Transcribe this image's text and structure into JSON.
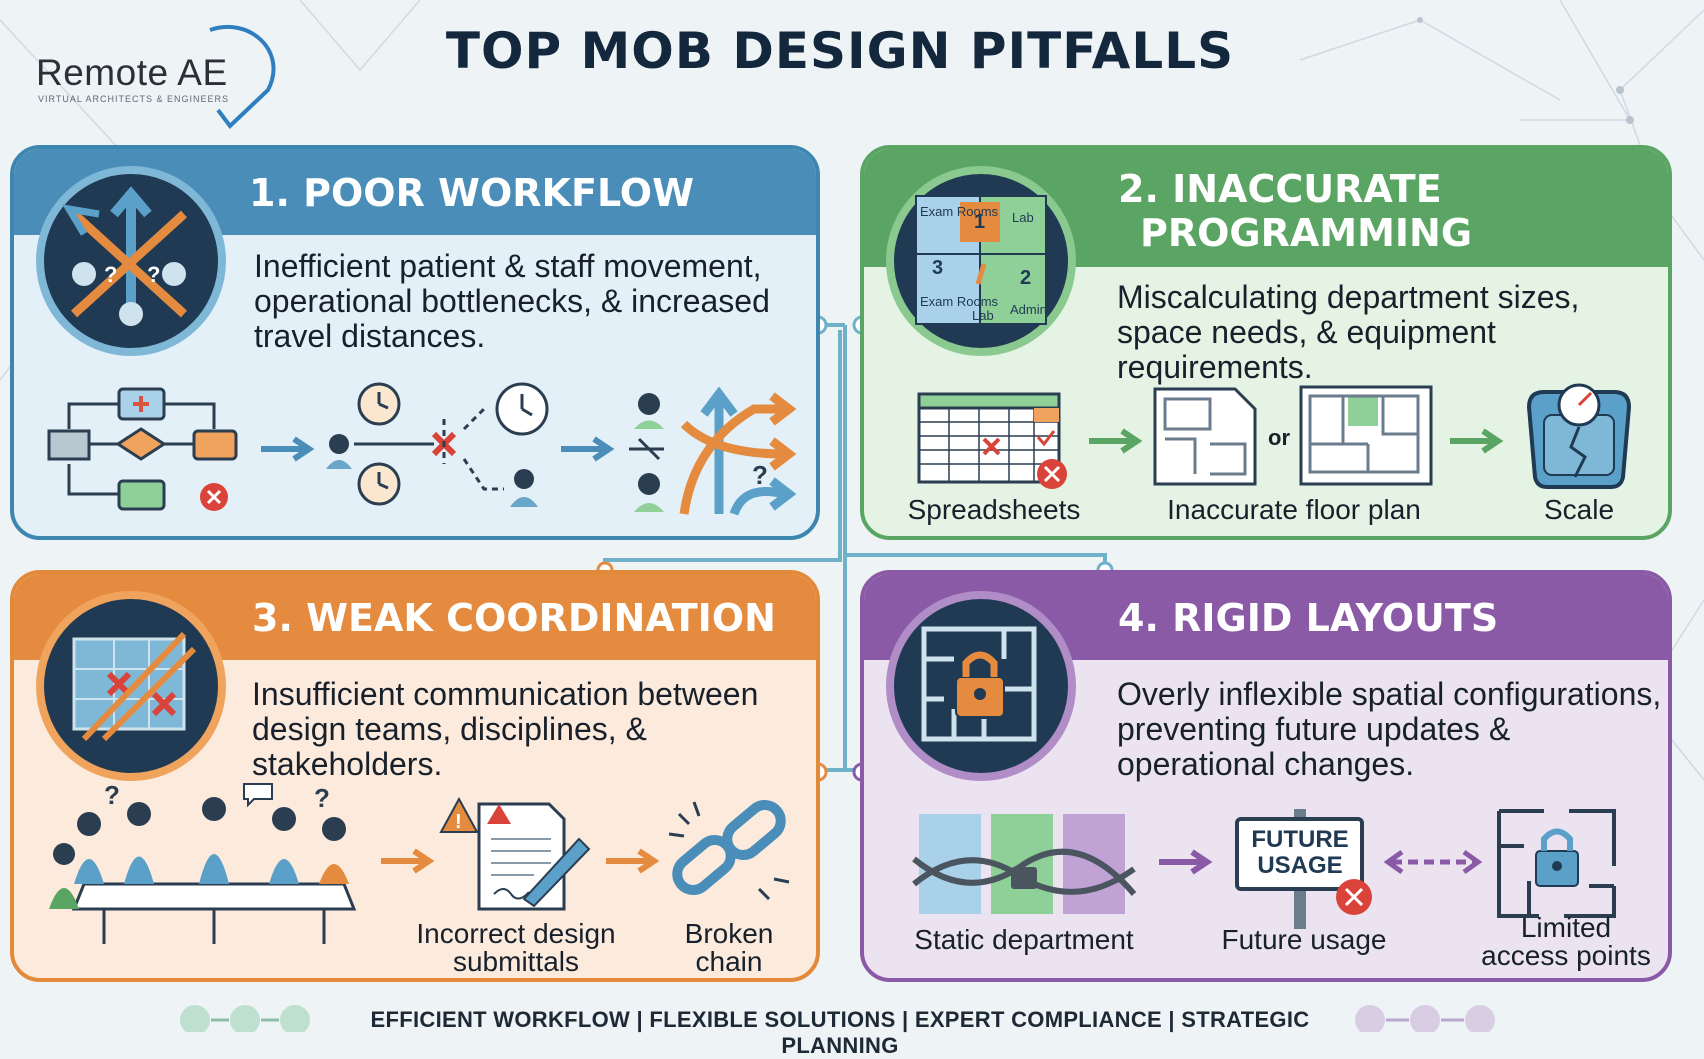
{
  "logo": {
    "name": "Remote AE",
    "tagline": "VIRTUAL ARCHITECTS & ENGINEERS"
  },
  "title": "TOP MOB DESIGN PITFALLS",
  "panels": [
    {
      "title": "1. POOR WORKFLOW",
      "description": [
        "Inefficient patient & staff movement,",
        "operational bottlenecks, & increased",
        "travel distances."
      ],
      "color": "#4a8db8"
    },
    {
      "title": [
        "2. INACCURATE",
        "PROGRAMMING"
      ],
      "description": [
        "Miscalculating department sizes,",
        "space needs, & equipment requirements."
      ],
      "color": "#5aa563",
      "puzzle_labels": [
        "Exam Rooms",
        "1",
        "Lab",
        "3",
        "2",
        "Exam Rooms",
        "Lab",
        "Admin"
      ],
      "captions": [
        "Spreadsheets",
        "Inaccurate floor plan",
        "Scale"
      ],
      "or_text": "or"
    },
    {
      "title": "3. WEAK COORDINATION",
      "description": [
        "Insufficient communication between",
        "design teams, disciplines, & stakeholders."
      ],
      "color": "#e58b3f",
      "captions": [
        [
          "Incorrect design",
          "submittals"
        ],
        [
          "Broken",
          "chain"
        ]
      ]
    },
    {
      "title": "4. RIGID LAYOUTS",
      "description": [
        "Overly inflexible spatial configurations,",
        "preventing future updates &",
        "operational changes."
      ],
      "color": "#8a5aa7",
      "sign_text": [
        "FUTURE",
        "USAGE"
      ],
      "captions": [
        "Static department",
        "Future usage",
        [
          "Limited",
          "access points"
        ]
      ]
    }
  ],
  "footer": "EFFICIENT WORKFLOW | FLEXIBLE SOLUTIONS | EXPERT COMPLIANCE | STRATEGIC PLANNING"
}
